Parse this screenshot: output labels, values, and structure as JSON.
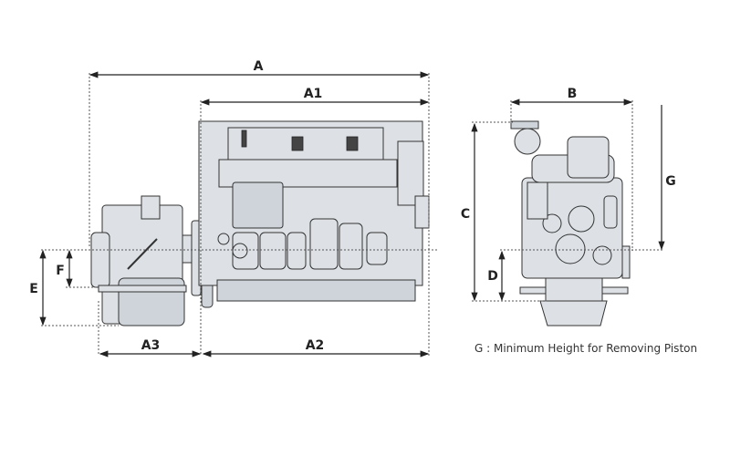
{
  "labels": {
    "A": "A",
    "A1": "A1",
    "A2": "A2",
    "A3": "A3",
    "B": "B",
    "C": "C",
    "D": "D",
    "E": "E",
    "F": "F",
    "G": "G"
  },
  "note": "G : Minimum Height for Removing Piston"
}
